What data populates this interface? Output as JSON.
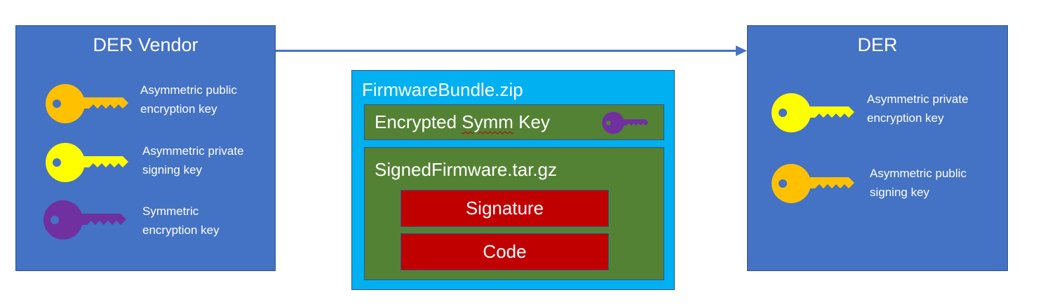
{
  "vendor": {
    "title": "DER Vendor",
    "keys": [
      {
        "icon": "key-icon",
        "color": "#ffc000",
        "label": "Asymmetric public\nencryption key"
      },
      {
        "icon": "key-icon",
        "color": "#ffff00",
        "label": "Asymmetric private\nsigning key"
      },
      {
        "icon": "key-icon",
        "color": "#7030a0",
        "label": "Symmetric\nencryption key"
      }
    ]
  },
  "der": {
    "title": "DER",
    "keys": [
      {
        "icon": "key-icon",
        "color": "#ffff00",
        "label": "Asymmetric private\nencryption key"
      },
      {
        "icon": "key-icon",
        "color": "#ffc000",
        "label": "Asymmetric public\nsigning key"
      }
    ]
  },
  "bundle": {
    "title": "FirmwareBundle.zip",
    "encrypted_key": {
      "label_prefix": "Encrypted ",
      "label_misspelled": "Symm",
      "label_suffix": " Key",
      "key_color": "#7030a0"
    },
    "signed_firmware": {
      "title": "SignedFirmware.tar.gz",
      "signature_label": "Signature",
      "code_label": "Code"
    }
  },
  "colors": {
    "panel_blue": "#4472c4",
    "bundle_cyan": "#00b0f0",
    "green": "#548235",
    "red": "#c00000",
    "border": "#2f528f",
    "arrow": "#4472c4"
  }
}
